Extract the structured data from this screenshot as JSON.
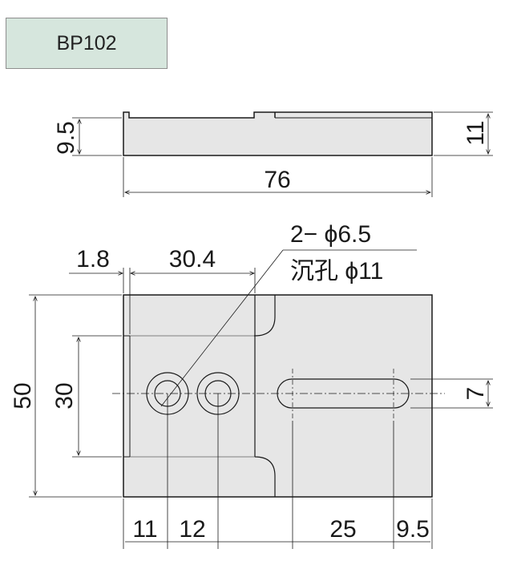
{
  "part_number": "BP102",
  "colors": {
    "part_fill": "#e6e6e6",
    "outline": "#1a1a1a",
    "label_bg": "#d6e6dd"
  },
  "side_view": {
    "height_left": "9.5",
    "height_right": "11",
    "length": "76"
  },
  "top_view": {
    "callout_line1": "2− ϕ6.5",
    "callout_line2": "沉孔 ϕ11",
    "left_offset": "1.8",
    "pocket_width": "30.4",
    "height": "50",
    "pocket_height": "30",
    "slot_width": "7",
    "hole1_x": "11",
    "hole_pitch": "12",
    "slot_length": "25",
    "slot_end": "9.5"
  }
}
